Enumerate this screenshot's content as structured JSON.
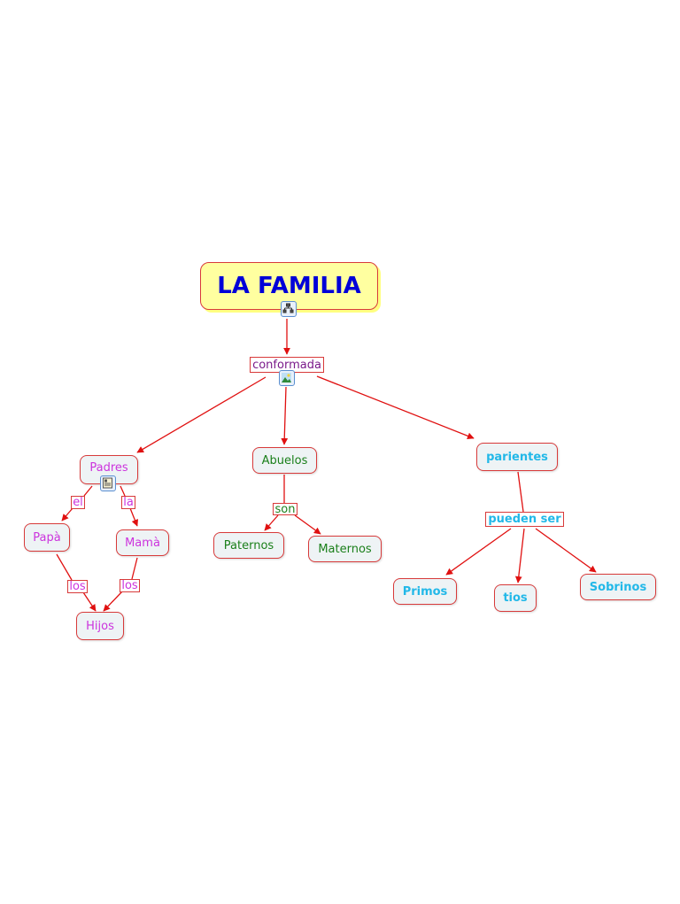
{
  "root": {
    "label": "LA FAMILIA"
  },
  "linking_phrases": {
    "conformada": "conformada",
    "el": "el",
    "la": "la",
    "los_left": "los",
    "los_right": "los",
    "son": "son",
    "pueden_ser": "pueden ser"
  },
  "concepts": {
    "padres": "Padres",
    "papa": "Papà",
    "mama": "Mamà",
    "hijos": "Hijos",
    "abuelos": "Abuelos",
    "paternos": "Paternos",
    "maternos": "Maternos",
    "parientes": "parientes",
    "primos": "Primos",
    "tios": "tios",
    "sobrinos": "Sobrinos"
  },
  "colors": {
    "link": "#e01010",
    "border": "#d83a3a",
    "root_fill": "#ffffa0",
    "root_text": "#0000d8"
  }
}
